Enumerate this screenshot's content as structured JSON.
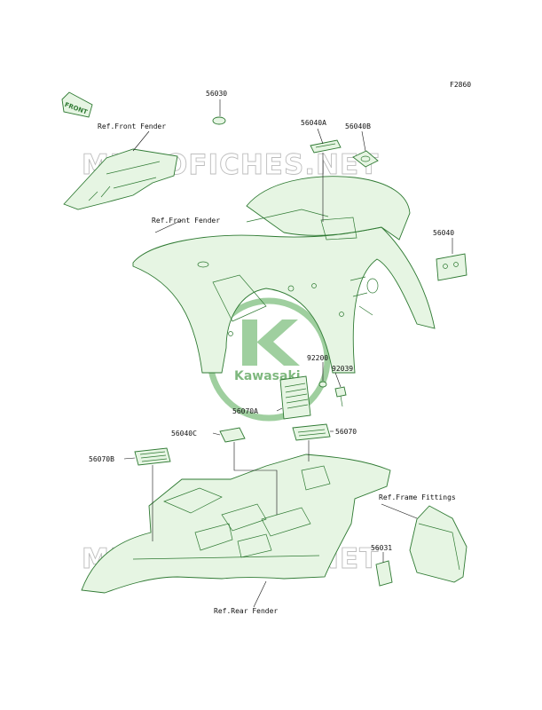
{
  "diagram": {
    "code": "F2860",
    "direction_tag": "FRONT",
    "watermarks": [
      "MICROFICHES.NET",
      "MICROFICHES.NET"
    ],
    "logo_text": "Kawasaki",
    "part_numbers": {
      "p56030": "56030",
      "p56040A": "56040A",
      "p56040B": "56040B",
      "p56040": "56040",
      "p92200": "92200",
      "p92039": "92039",
      "p56070A": "56070A",
      "p56040C": "56040C",
      "p56070": "56070",
      "p56070B": "56070B",
      "p56031": "56031"
    },
    "references": {
      "front_fender_1": "Ref.Front Fender",
      "front_fender_2": "Ref.Front Fender",
      "frame_fittings": "Ref.Frame Fittings",
      "rear_fender": "Ref.Rear Fender"
    },
    "colors": {
      "part_stroke": "#2f7a33",
      "part_fill": "#e6f5e3",
      "label_text": "#111111",
      "watermark": "#bdbdbd"
    }
  }
}
